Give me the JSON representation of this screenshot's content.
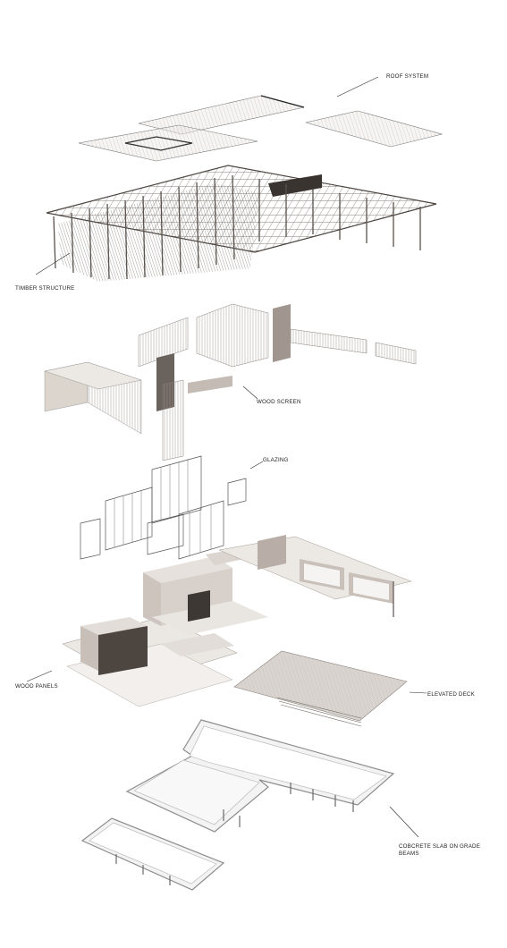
{
  "labels": {
    "roof_system": "ROOF SYSTEM",
    "timber_structure": "TIMBER STRUCTURE",
    "wood_screen": "WOOD SCREEN",
    "glazing": "GLAZING",
    "wood_panels": "WOOD PANELS",
    "elevated_deck": "ELEVATED DECK",
    "concrete_slab": "COBCRETE SLAB ON GRADE BEAMS"
  },
  "colors": {
    "line": "#2a2a2a",
    "roof": "#e9e6e3",
    "structure": "#6a625c",
    "screen": "#d6cfc8",
    "panel_top": "#e5e0dc",
    "panel_side": "#bdb4ad",
    "panel_dark": "#4a423d",
    "deck": "#d9d4cf",
    "slab": "#f1f1f1",
    "slab_edge": "#8d8d8d"
  }
}
